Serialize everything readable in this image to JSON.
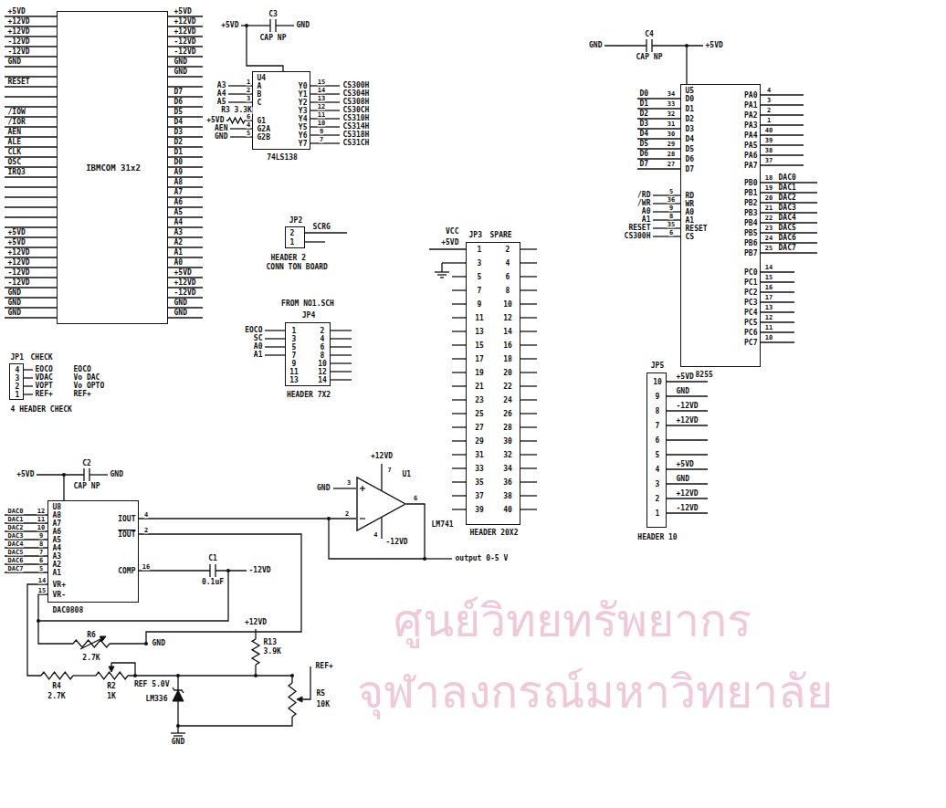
{
  "diagram": {
    "nodes": [
      {
        "text": [
          "IBMCOM 31x2"
        ]
      },
      {
        "text": [
          "U4",
          "A",
          "B",
          "C",
          "G1",
          "G2A",
          "G2B",
          "Y0",
          "Y1",
          "Y2",
          "Y3",
          "Y4",
          "Y5",
          "Y6",
          "Y7",
          "74LS138"
        ]
      },
      {
        "text": [
          "U5",
          "D0",
          "D1",
          "D2",
          "D3",
          "D4",
          "D5",
          "D6",
          "D7",
          "RD",
          "WR",
          "A0",
          "A1",
          "RESET",
          "CS",
          "PA0",
          "PA1",
          "PA2",
          "PA3",
          "PA4",
          "PA5",
          "PA6",
          "PA7",
          "PB0",
          "PB1",
          "PB2",
          "PB3",
          "PB4",
          "PB5",
          "PB6",
          "PB7",
          "PC0",
          "PC1",
          "PC2",
          "PC3",
          "PC4",
          "PC5",
          "PC6",
          "PC7",
          "8255"
        ]
      },
      {
        "text": [
          "JP2",
          "2",
          "1",
          "HEADER 2",
          "CONN TON BOARD"
        ]
      },
      {
        "text": [
          "JP4",
          "1",
          "2",
          "3",
          "4",
          "5",
          "6",
          "7",
          "8",
          "9",
          "10",
          "11",
          "12",
          "13",
          "14",
          "HEADER 7X2"
        ]
      },
      {
        "text": [
          "JP3",
          "SPARE",
          "1",
          "2",
          "3",
          "4",
          "5",
          "6",
          "7",
          "8",
          "9",
          "10",
          "11",
          "12",
          "13",
          "14",
          "15",
          "16",
          "17",
          "18",
          "19",
          "20",
          "21",
          "22",
          "23",
          "24",
          "25",
          "26",
          "27",
          "28",
          "29",
          "30",
          "31",
          "32",
          "33",
          "34",
          "35",
          "36",
          "37",
          "38",
          "39",
          "40",
          "HEADER 20X2"
        ]
      },
      {
        "text": [
          "JP5",
          "10",
          "9",
          "8",
          "7",
          "6",
          "5",
          "4",
          "3",
          "2",
          "1",
          "HEADER 10"
        ]
      },
      {
        "text": [
          "JP1",
          "CHECK",
          "4",
          "3",
          "2",
          "1",
          "4 HEADER CHECK"
        ]
      },
      {
        "text": [
          "U8",
          "A8",
          "A7",
          "A6",
          "A5",
          "A4",
          "A3",
          "A2",
          "A1",
          "IOUT",
          "IOUT",
          "COMP",
          "VR+",
          "VR-",
          "DAC0808"
        ]
      },
      {
        "text": [
          "U1",
          "LM741"
        ]
      }
    ],
    "edges": [
      {
        "from": 8,
        "to": 9,
        "arrow": "none"
      }
    ],
    "labels": [
      "+5VD",
      "+12VD",
      "+12VD",
      "-12VD",
      "-12VD",
      "GND",
      "RESET",
      "/IOW",
      "/IOR",
      "AEN",
      "ALE",
      "CLK",
      "OSC",
      "IRQ3",
      "+5VD",
      "+5VD",
      "+12VD",
      "+12VD",
      "-12VD",
      "-12VD",
      "GND",
      "GND",
      "GND",
      "+5VD",
      "+12VD",
      "+12VD",
      "-12VD",
      "-12VD",
      "GND",
      "GND",
      "D7",
      "D6",
      "D5",
      "D4",
      "D3",
      "D2",
      "D1",
      "D0",
      "A9",
      "A8",
      "A7",
      "A6",
      "A5",
      "A4",
      "A3",
      "A2",
      "A1",
      "A0",
      "+5VD",
      "+12VD",
      "-12VD",
      "GND",
      "GND",
      "+5VD",
      "C3",
      "CAP NP",
      "GND",
      "A3",
      "A4",
      "A5",
      "+5VD",
      "R3 3.3K",
      "AEN",
      "GND",
      "1",
      "2",
      "3",
      "6",
      "4",
      "5",
      "15",
      "14",
      "13",
      "12",
      "11",
      "10",
      "9",
      "7",
      "CS300H",
      "CS304H",
      "CS308H",
      "CS30CH",
      "CS310H",
      "CS314H",
      "CS318H",
      "CS31CH",
      "GND",
      "C4",
      "CAP NP",
      "+5VD",
      "D0",
      "D1",
      "D2",
      "D3",
      "D4",
      "D5",
      "D6",
      "D7",
      "34",
      "33",
      "32",
      "31",
      "30",
      "29",
      "28",
      "27",
      "/RD",
      "/WR",
      "A0",
      "A1",
      "RESET",
      "CS300H",
      "5",
      "36",
      "9",
      "8",
      "35",
      "6",
      "4",
      "3",
      "2",
      "1",
      "40",
      "39",
      "38",
      "37",
      "18",
      "19",
      "20",
      "21",
      "22",
      "23",
      "24",
      "25",
      "DAC0",
      "DAC1",
      "DAC2",
      "DAC3",
      "DAC4",
      "DAC5",
      "DAC6",
      "DAC7",
      "14",
      "15",
      "16",
      "17",
      "13",
      "12",
      "11",
      "10",
      "SCRG",
      "FROM NO1.SCH",
      "EOCO",
      "SC",
      "A0",
      "A1",
      "VCC",
      "+5VD",
      "+5VD",
      "GND",
      "-12VD",
      "+12VD",
      "+5VD",
      "GND",
      "+12VD",
      "-12VD",
      "EOCO",
      "VDAC",
      "VOPT",
      "REF+",
      "EOCO",
      "Vo DAC",
      "Vo OPTO",
      "REF+",
      "+5VD",
      "C2",
      "CAP NP",
      "GND",
      "DAC0",
      "DAC1",
      "DAC2",
      "DAC3",
      "DAC4",
      "DAC5",
      "DAC6",
      "DAC7",
      "12",
      "11",
      "10",
      "9",
      "8",
      "7",
      "6",
      "5",
      "14",
      "15",
      "4",
      "2",
      "16",
      "C1",
      "0.1uF",
      "-12VD",
      "GND",
      "3",
      "2",
      "+12VD",
      "7",
      "6",
      "4",
      "-12VD",
      "output 0-5 V",
      "R6",
      "2.7K",
      "GND",
      "R4",
      "2.7K",
      "R2",
      "1K",
      "REF 5.0V",
      "LM336",
      "+12VD",
      "R13",
      "3.9K",
      "R5",
      "10K",
      "REF+",
      "GND",
      "ศูนย์วิทยทรัพยากร",
      "จุฬาลงกรณ์มหาวิทยาลัย"
    ]
  }
}
